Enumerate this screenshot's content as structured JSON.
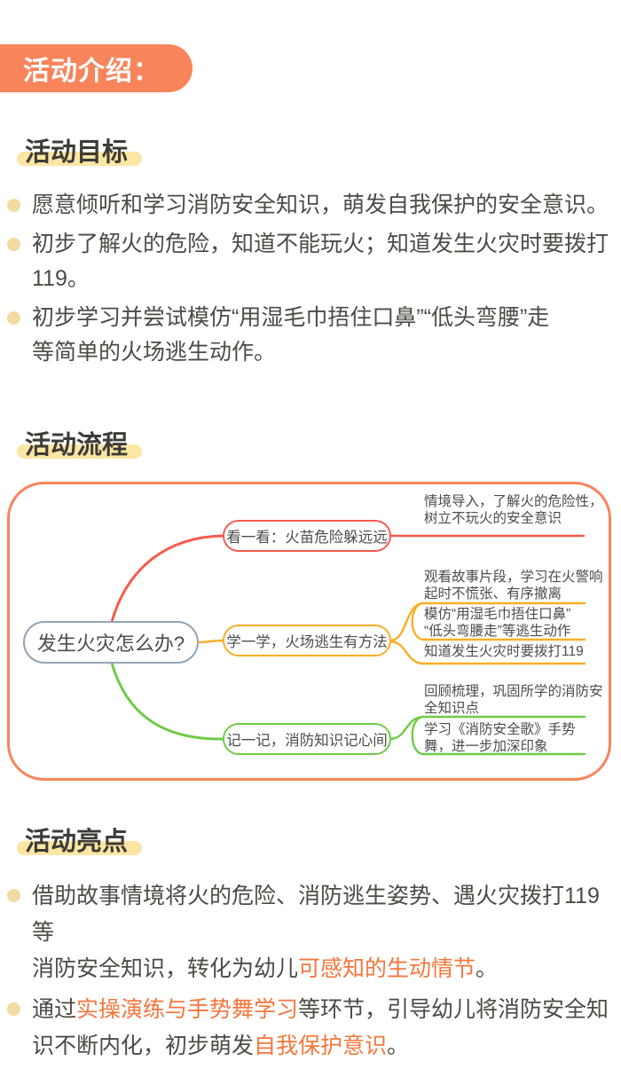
{
  "colors": {
    "primary_orange": "#F8845B",
    "highlight_yellow": "#FBE6A4",
    "bullet_dot": "#F0DBA2",
    "text_dark": "#4E4A44",
    "emphasis_orange": "#F6763B",
    "branch_red": "#F75B4D",
    "branch_orange": "#FCAD27",
    "branch_green": "#6FCB47",
    "center_border": "#93A4B6"
  },
  "header": {
    "title": "活动介绍："
  },
  "sections": {
    "goals": {
      "title": "活动目标",
      "bullets": [
        {
          "segments": [
            {
              "text": "愿意倾听和学习消防安全知识，萌发自我保护的安全意识。"
            }
          ]
        },
        {
          "segments": [
            {
              "text": "初步了解火的危险，知道不能玩火；知道发生火灾时要拨打\n119。"
            }
          ]
        },
        {
          "segments": [
            {
              "text": "初步学习并尝试模仿“用湿毛巾捂住口鼻”“低头弯腰”走\n等简单的火场逃生动作。"
            }
          ]
        }
      ]
    },
    "flow": {
      "title": "活动流程",
      "mindmap": {
        "root": "发生火灾怎么办?",
        "branches": [
          {
            "label": "看一看：火苗危险躲远远",
            "leaves": [
              "情境导入，了解火的危险性，\n树立不玩火的安全意识"
            ]
          },
          {
            "label": "学一学，火场逃生有方法",
            "leaves": [
              "观看故事片段，学习在火警响\n起时不慌张、有序撤离",
              "模仿“用湿毛巾捂住口鼻”\n“低头弯腰走”等逃生动作",
              "知道发生火灾时要拨打119"
            ]
          },
          {
            "label": "记一记，消防知识记心间",
            "leaves": [
              "回顾梳理，巩固所学的消防安\n全知识点",
              "学习《消防安全歌》手势\n舞，进一步加深印象"
            ]
          }
        ]
      }
    },
    "highlights": {
      "title": "活动亮点",
      "bullets": [
        {
          "segments": [
            {
              "text": "借助故事情境将火的危险、消防逃生姿势、遇火灾拨打119等\n消防安全知识，转化为幼儿"
            },
            {
              "text": "可感知的生动情节",
              "em": true
            },
            {
              "text": "。"
            }
          ]
        },
        {
          "segments": [
            {
              "text": "通过"
            },
            {
              "text": "实操演练与手势舞学习",
              "em": true
            },
            {
              "text": "等环节，引导幼儿将消防安全知\n识不断内化，初步萌发"
            },
            {
              "text": "自我保护意识",
              "em": true
            },
            {
              "text": "。"
            }
          ]
        }
      ]
    }
  }
}
